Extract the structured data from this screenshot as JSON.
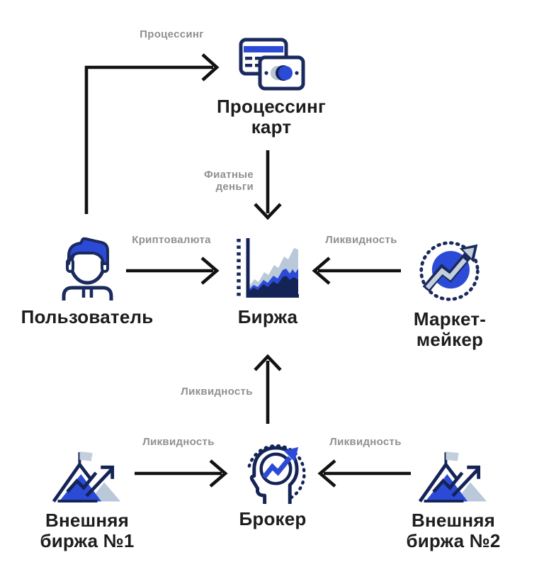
{
  "diagram": {
    "title": "Crypto exchange liquidity flow diagram",
    "colors": {
      "background": "#ffffff",
      "arrow": "#121212",
      "node_label": "#1d1d1f",
      "edge_label": "#8f9091",
      "icon_outline_navy": "#1b2a5e",
      "icon_dark_navy": "#152457",
      "icon_blue": "#2b4bd7",
      "icon_light_blue_gray": "#b9c9da"
    },
    "nodes": {
      "card_processing": {
        "line1": "Процессинг",
        "line2": "карт",
        "icon": "credit-cards-icon"
      },
      "user": {
        "line1": "Пользователь",
        "icon": "user-icon"
      },
      "exchange": {
        "line1": "Биржа",
        "icon": "area-chart-icon"
      },
      "market_maker": {
        "line1": "Маркет-",
        "line2": "мейкер",
        "icon": "trend-arrow-circle-icon"
      },
      "broker": {
        "line1": "Брокер",
        "icon": "head-trend-icon"
      },
      "external_exchange_1": {
        "line1": "Внешняя",
        "line2": "биржа №1",
        "icon": "mountain-flag-icon"
      },
      "external_exchange_2": {
        "line1": "Внешняя",
        "line2": "биржа №2",
        "icon": "mountain-flag-icon"
      }
    },
    "edge_labels": {
      "processing": "Процессинг",
      "fiat_line1": "Фиатные",
      "fiat_line2": "деньги",
      "crypto": "Криптовалюта",
      "liquidity_market_maker": "Ликвидность",
      "liquidity_broker_up": "Ликвидность",
      "liquidity_ext1": "Ликвидность",
      "liquidity_ext2": "Ликвидность"
    }
  }
}
